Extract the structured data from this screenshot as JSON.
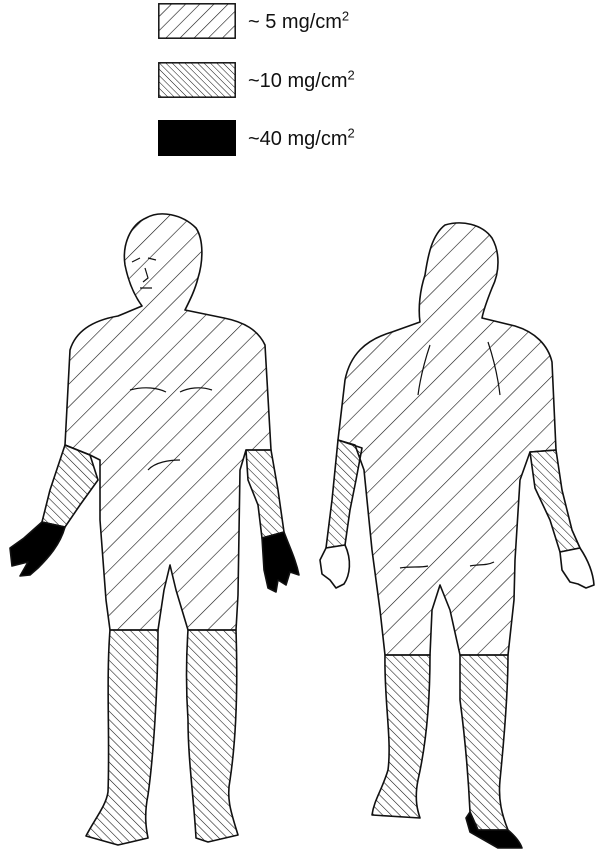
{
  "legend": {
    "items": [
      {
        "value_text": "~ 5 mg/cm",
        "superscript": "2",
        "pattern": "sparse-hatch"
      },
      {
        "value_text": "~10 mg/cm",
        "superscript": "2",
        "pattern": "dense-hatch"
      },
      {
        "value_text": "~40 mg/cm",
        "superscript": "2",
        "pattern": "solid-black"
      }
    ]
  },
  "figures": {
    "front": {
      "view": "anterior"
    },
    "back": {
      "view": "posterior"
    }
  },
  "colors": {
    "ink": "#111111",
    "solid": "#000000",
    "background": "#ffffff"
  }
}
